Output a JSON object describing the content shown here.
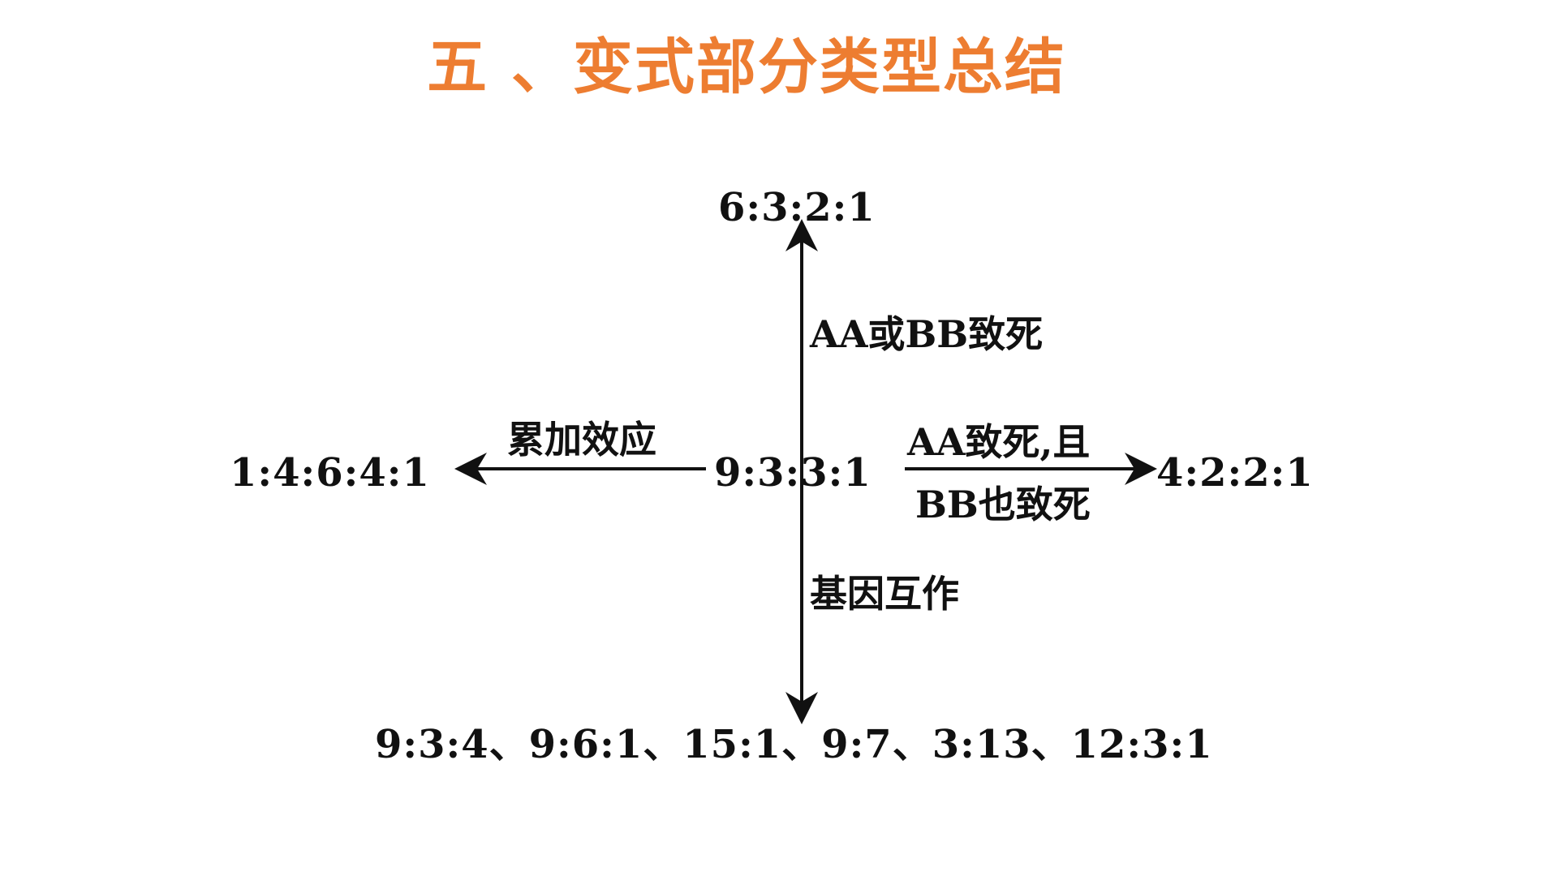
{
  "title": "五 、变式部分类型总结",
  "diagram": {
    "center_ratio": "9:3:3:1",
    "top": {
      "ratio": "6:3:2:1",
      "label": "AA或BB致死"
    },
    "left": {
      "ratio": "1:4:6:4:1",
      "label": "累加效应"
    },
    "right": {
      "ratio": "4:2:2:1",
      "label_top": "AA致死,且",
      "label_bottom": "BB也致死"
    },
    "bottom": {
      "ratios": "9:3:4、9:6:1、15:1、9:7、3:13、12:3:1",
      "label": "基因互作"
    },
    "arrow_color": "#111111"
  }
}
